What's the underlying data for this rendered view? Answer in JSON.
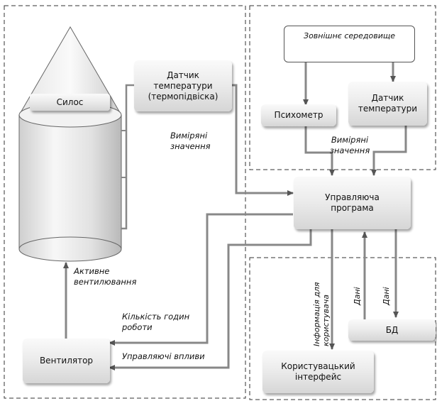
{
  "nodes": {
    "env": "Зовнішнє середовище",
    "silos": "Силос",
    "sensor_silo": "Датчик\nтемператури\n(термопідвіска)",
    "psychrometer": "Психометр",
    "sensor_env": "Датчик\nтемператури",
    "program": "Управляюча\nпрограма",
    "db": "БД",
    "fan": "Вентилятор",
    "ui": "Користувацький\nінтерфейс"
  },
  "labels": {
    "measured_1": "Виміряні\nзначення",
    "measured_2": "Виміряні\nзначення",
    "active_ventilation": "Активне\nвентилювання",
    "hours": "Кількість годин\nроботи",
    "control": "Управляючі впливи",
    "info": "Інформація для\nкористувача",
    "data_1": "Дані",
    "data_2": "Дані"
  }
}
